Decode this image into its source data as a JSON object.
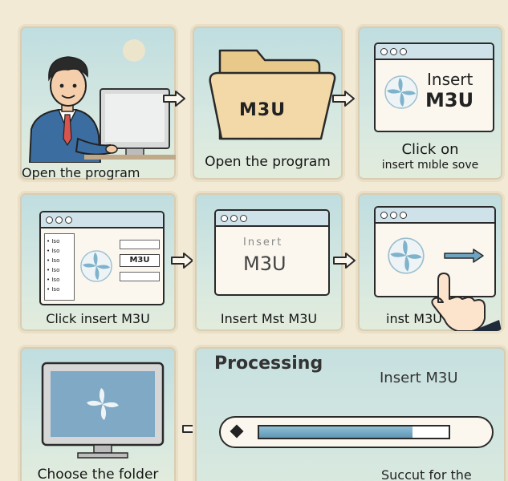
{
  "steps": [
    {
      "caption": "Open the program"
    },
    {
      "caption": "Open the program",
      "folder_label": "M3U"
    },
    {
      "caption_line1": "Click on",
      "caption_line2": "insert mıble sove",
      "window_line1": "Insert",
      "window_line2": "M3U"
    },
    {
      "caption": "Click insert M3U",
      "list_items": [
        "Iso",
        "Iso",
        "Iso",
        "Iso",
        "Iso",
        "Iso"
      ],
      "button_label": "M3U"
    },
    {
      "caption": "Insert Mst M3U",
      "window_faded": "Insert",
      "window_label": "M3U"
    },
    {
      "caption": "inst M3U"
    },
    {
      "caption": "Choose the folder"
    },
    {
      "heading": "Processing"
    },
    {
      "heading": "Insert M3U",
      "caption": "Succut for the"
    }
  ],
  "colors": {
    "panel": "#c9e2e2",
    "background": "#f3ead6",
    "folder": "#f2d9a7",
    "accent_blue": "#6fa3c0",
    "pinwheel": "#7fb3cc"
  },
  "progress": {
    "fill_fraction": 0.81
  }
}
